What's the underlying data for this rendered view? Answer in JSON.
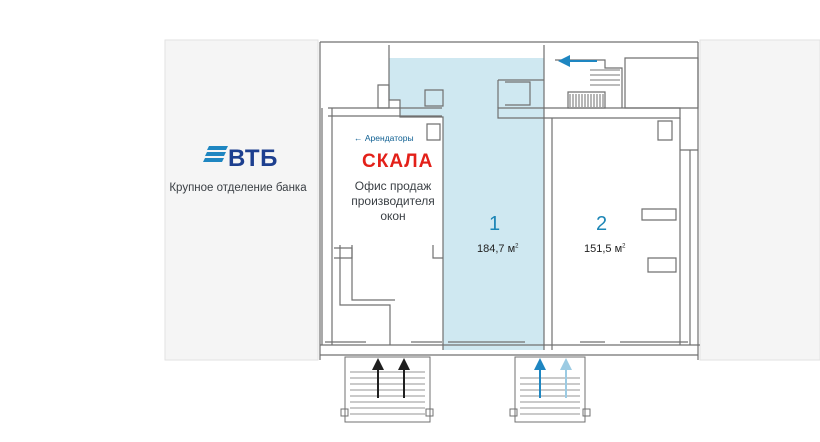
{
  "vtb": {
    "brand": "ВТБ",
    "description": "Крупное отделение банка"
  },
  "tenant_office": {
    "brand": "СКАЛА",
    "description": "Офис продаж производителя окон"
  },
  "tenants_link": "Арендаторы",
  "rooms": [
    {
      "number": "1",
      "area": "184,7 м",
      "unit_sup": "2",
      "highlighted": true
    },
    {
      "number": "2",
      "area": "151,5 м",
      "unit_sup": "2",
      "highlighted": false
    }
  ],
  "colors": {
    "wall": "#707070",
    "highlight": "#cfe8f1",
    "arrow_blue": "#1e86c1",
    "arrow_light": "#9ccbe3",
    "arrow_dark": "#1f1f1f",
    "vtb_blue": "#1d3f8f",
    "skala_red": "#e32019"
  }
}
